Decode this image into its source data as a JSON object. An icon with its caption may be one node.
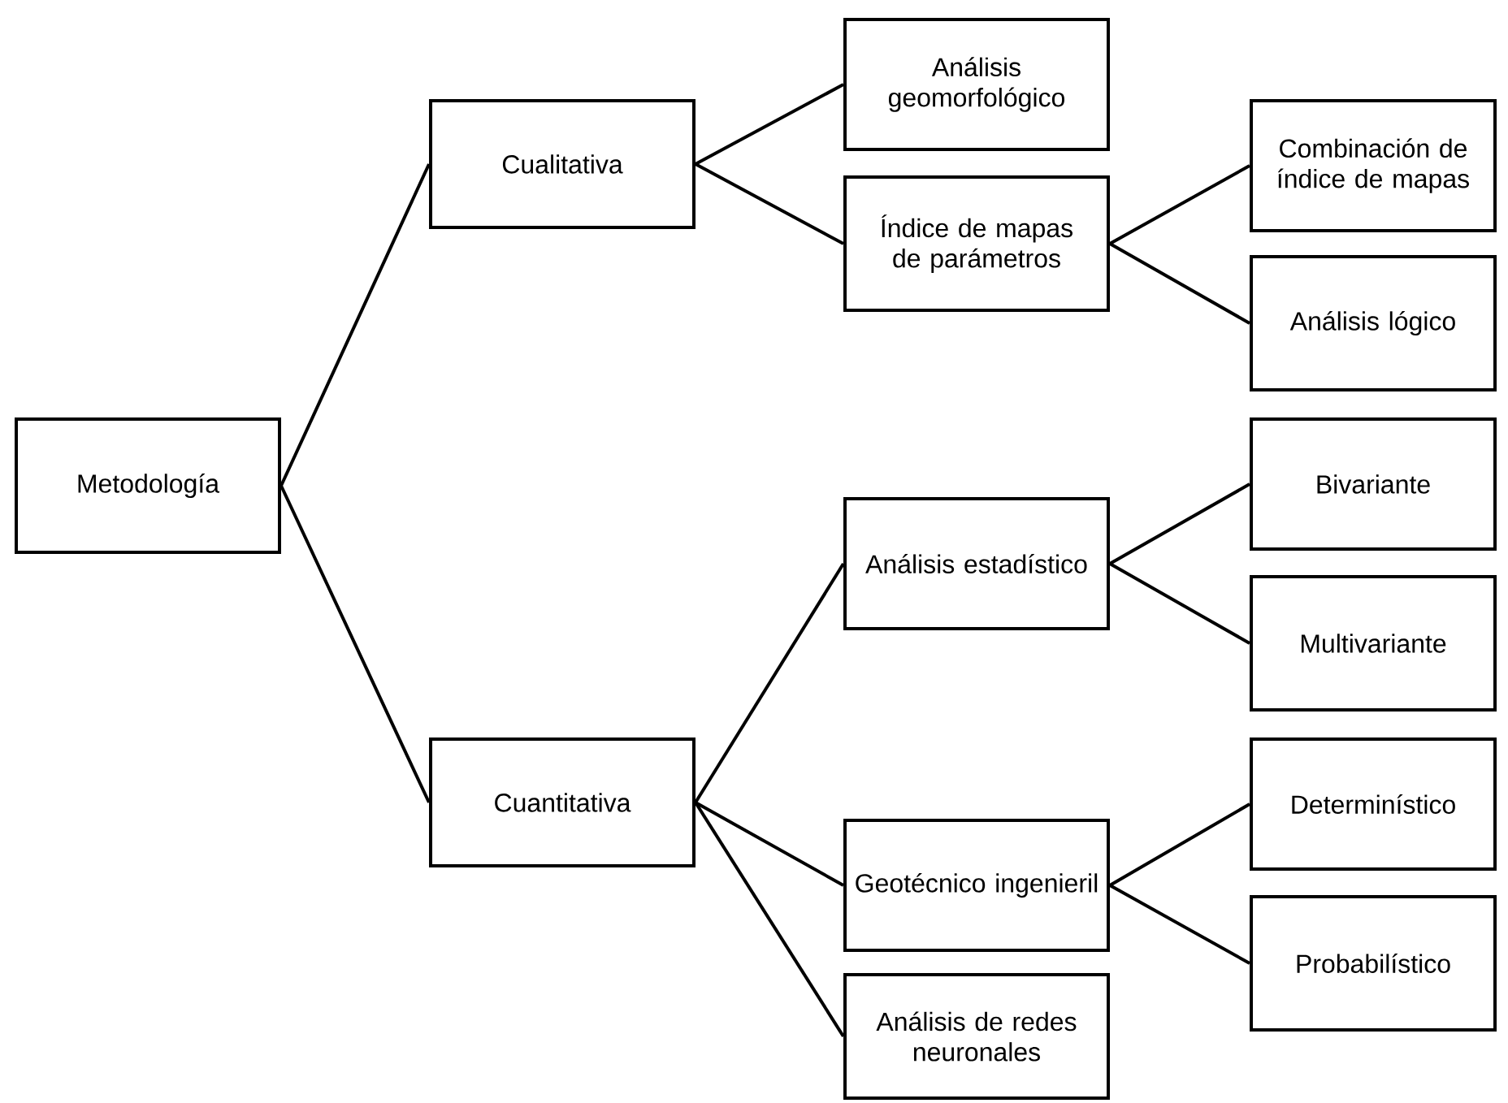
{
  "diagram": {
    "nodes": [
      {
        "text": [
          "Metodología"
        ]
      },
      {
        "text": [
          "Cualitativa"
        ]
      },
      {
        "text": [
          "Cuantitativa"
        ]
      },
      {
        "text": [
          "Análisis geomorfológico"
        ]
      },
      {
        "text": [
          "Índice de mapas de parámetros"
        ]
      },
      {
        "text": [
          "Análisis estadístico"
        ]
      },
      {
        "text": [
          "Geotécnico ingenieril"
        ]
      },
      {
        "text": [
          "Análisis de redes neuronales"
        ]
      },
      {
        "text": [
          "Combinación de índice de mapas"
        ]
      },
      {
        "text": [
          "Análisis lógico"
        ]
      },
      {
        "text": [
          "Bivariante"
        ]
      },
      {
        "text": [
          "Multivariante"
        ]
      },
      {
        "text": [
          "Determinístico"
        ]
      },
      {
        "text": [
          "Probabilístico"
        ]
      }
    ],
    "edges": [
      {
        "from": 0,
        "to": 1,
        "arrow": "none"
      },
      {
        "from": 0,
        "to": 2,
        "arrow": "none"
      },
      {
        "from": 1,
        "to": 3,
        "arrow": "none"
      },
      {
        "from": 1,
        "to": 4,
        "arrow": "none"
      },
      {
        "from": 4,
        "to": 8,
        "arrow": "none"
      },
      {
        "from": 4,
        "to": 9,
        "arrow": "none"
      },
      {
        "from": 2,
        "to": 5,
        "arrow": "none"
      },
      {
        "from": 2,
        "to": 6,
        "arrow": "none"
      },
      {
        "from": 2,
        "to": 7,
        "arrow": "none"
      },
      {
        "from": 5,
        "to": 10,
        "arrow": "none"
      },
      {
        "from": 5,
        "to": 11,
        "arrow": "none"
      },
      {
        "from": 6,
        "to": 12,
        "arrow": "none"
      },
      {
        "from": 6,
        "to": 13,
        "arrow": "none"
      }
    ]
  }
}
